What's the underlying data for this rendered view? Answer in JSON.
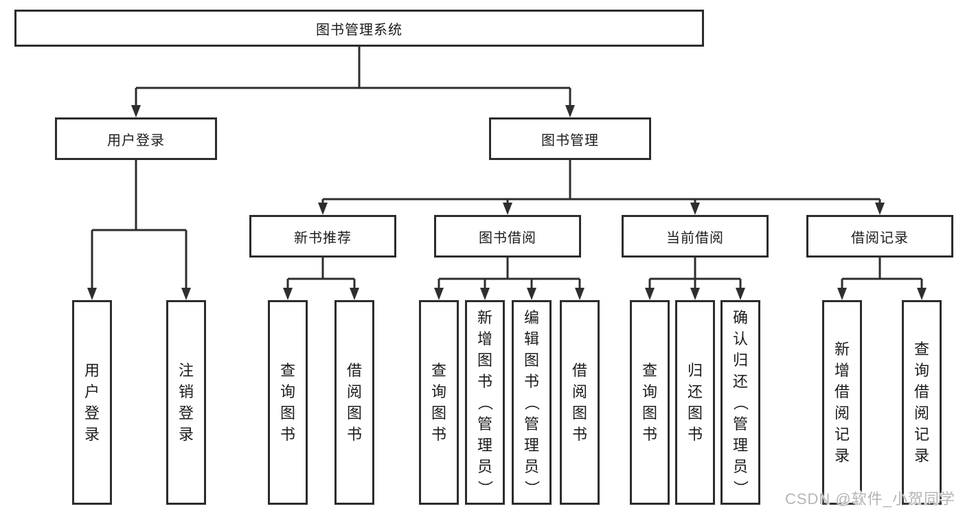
{
  "colors": {
    "line": "#2e2e2e",
    "box_border": "#2c2c2c",
    "text": "#1c1c1c",
    "watermark": "#b5b5b5",
    "bg": "#ffffff"
  },
  "watermark": {
    "text": "CSDN @软件_小贺同学"
  },
  "tree": {
    "root": {
      "label": "图书管理系统"
    },
    "level1": [
      {
        "label": "用户登录",
        "children": [
          {
            "label": "用户登录"
          },
          {
            "label": "注销登录"
          }
        ]
      },
      {
        "label": "图书管理",
        "children": [
          {
            "label": "新书推荐",
            "children": [
              {
                "label": "查询图书"
              },
              {
                "label": "借阅图书"
              }
            ]
          },
          {
            "label": "图书借阅",
            "children": [
              {
                "label": "查询图书"
              },
              {
                "label": "新增图书（管理员）"
              },
              {
                "label": "编辑图书（管理员）"
              },
              {
                "label": "借阅图书"
              }
            ]
          },
          {
            "label": "当前借阅",
            "children": [
              {
                "label": "查询图书"
              },
              {
                "label": "归还图书"
              },
              {
                "label": "确认归还（管理员）"
              }
            ]
          },
          {
            "label": "借阅记录",
            "children": [
              {
                "label": "新增借阅记录"
              },
              {
                "label": "查询借阅记录"
              }
            ]
          }
        ]
      }
    ]
  }
}
